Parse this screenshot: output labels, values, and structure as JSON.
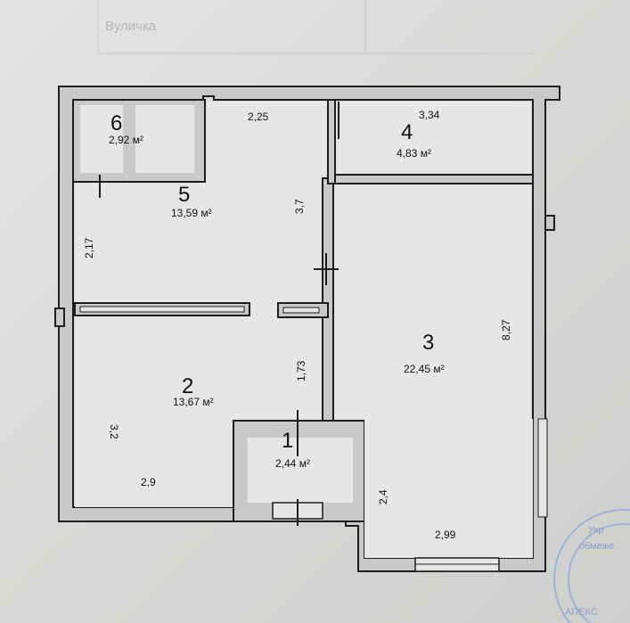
{
  "faint_header": "Вуличка",
  "rooms": [
    {
      "number": "1",
      "area": "2,44 м²"
    },
    {
      "number": "2",
      "area": "13,67 м²"
    },
    {
      "number": "3",
      "area": "22,45 м²"
    },
    {
      "number": "4",
      "area": "4,83 м²"
    },
    {
      "number": "5",
      "area": "13,59 м²"
    },
    {
      "number": "6",
      "area": "2,92 м²"
    }
  ],
  "dimensions": {
    "d_2_25": "2,25",
    "d_3_34": "3,34",
    "d_3_7": "3,7",
    "d_2_17": "2,17",
    "d_8_27": "8,27",
    "d_1_73": "1,73",
    "d_3_2": "3,2",
    "d_2_9": "2,9",
    "d_2_4": "2,4",
    "d_2_99": "2,99"
  },
  "stamp": {
    "top": "Укр",
    "mid": "обмеже",
    "bottom": "АПЕКС"
  }
}
